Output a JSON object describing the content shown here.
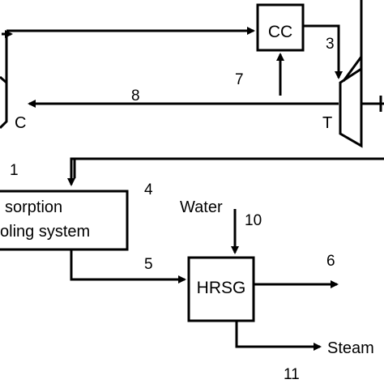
{
  "blocks": {
    "cc": "CC",
    "compressor": "C",
    "turbine": "T",
    "absorption_line1": "sorption",
    "absorption_line2": "oling system",
    "hrsg": "HRSG"
  },
  "stream_labels": {
    "s1": "1",
    "s3": "3",
    "s4": "4",
    "s5": "5",
    "s6": "6",
    "s7": "7",
    "s8": "8",
    "s10": "10",
    "s11": "11"
  },
  "flow_labels": {
    "water": "Water",
    "steam": "Steam"
  }
}
